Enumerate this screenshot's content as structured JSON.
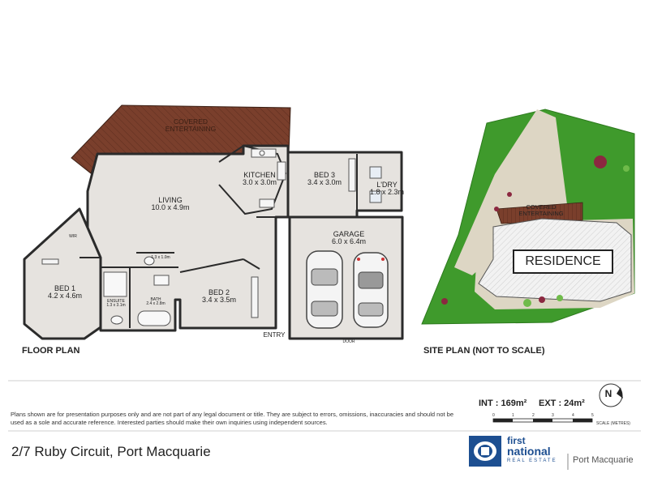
{
  "floor_plan": {
    "heading": "FLOOR PLAN",
    "covered_entertaining": "COVERED\nENTERTAINING",
    "rooms": [
      {
        "key": "living",
        "name": "LIVING",
        "dim": "10.0 x 4.9m"
      },
      {
        "key": "kitchen",
        "name": "KITCHEN",
        "dim": "3.0 x 3.0m"
      },
      {
        "key": "bed3",
        "name": "BED 3",
        "dim": "3.4 x 3.0m"
      },
      {
        "key": "ldry",
        "name": "L'DRY",
        "dim": "1.8 x 2.3m"
      },
      {
        "key": "garage",
        "name": "GARAGE",
        "dim": "6.0 x 6.4m"
      },
      {
        "key": "bed1",
        "name": "BED 1",
        "dim": "4.2 x 4.6m"
      },
      {
        "key": "ensuite",
        "name": "ENSUITE",
        "dim": "1.3 x 3.1m"
      },
      {
        "key": "bath",
        "name": "BATH",
        "dim": "2.4 x 2.8m"
      },
      {
        "key": "bed2",
        "name": "BED 2",
        "dim": "3.4 x 3.5m"
      }
    ],
    "wir": "WIR",
    "wc": "1.3 x 1.0m",
    "entry": "ENTRY",
    "door": "DOOR"
  },
  "site_plan": {
    "heading": "SITE PLAN (NOT TO SCALE)",
    "covered_entertaining": "COVERED\nENTERTAINING",
    "residence": "RESIDENCE"
  },
  "disclaimer": "Plans shown are for presentation purposes only and are not part of any legal document or title. They are subject to errors, omissions, inaccuracies and should not be used as a sole and accurate reference. Interested parties should make their own inquiries using independent sources.",
  "areas": {
    "int": "INT : 169m²",
    "ext": "EXT : 24m²"
  },
  "scale": {
    "ticks": [
      "0",
      "1",
      "2",
      "3",
      "4",
      "5"
    ],
    "label": "SCALE (METRES)"
  },
  "compass": "N",
  "address": "2/7 Ruby Circuit, Port Macquarie",
  "brand": {
    "line1": "first",
    "line2": "national",
    "sub": "REAL ESTATE",
    "office": "Port Macquarie"
  },
  "colors": {
    "deck": "#7a3f2c",
    "floor": "#e6e3df",
    "wall": "#333333",
    "lawn": "#3f9a2c",
    "brand_blue": "#1d4f91"
  }
}
